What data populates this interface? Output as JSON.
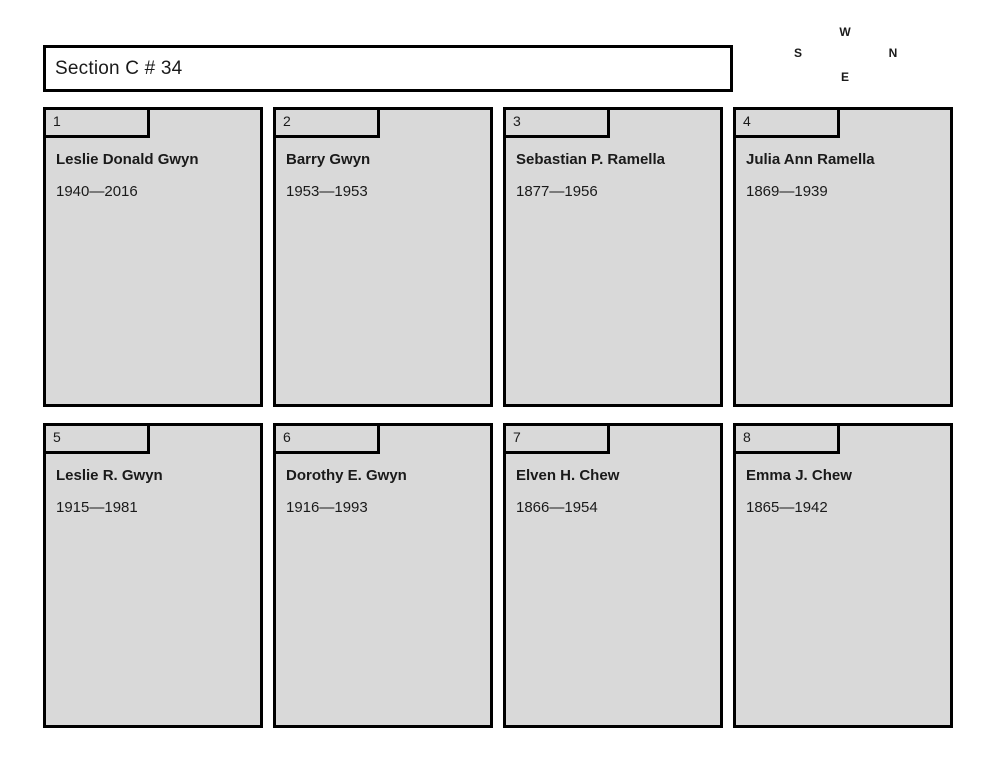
{
  "header": {
    "title": "Section C # 34"
  },
  "compass": {
    "top": "W",
    "left": "S",
    "right": "N",
    "bottom": "E"
  },
  "colors": {
    "plot_fill": "#d9d9d9",
    "border": "#000000",
    "background": "#ffffff"
  },
  "plots": [
    {
      "number": "1",
      "name": "Leslie Donald Gwyn",
      "dates": "1940—2016"
    },
    {
      "number": "2",
      "name": "Barry Gwyn",
      "dates": "1953—1953"
    },
    {
      "number": "3",
      "name": "Sebastian P. Ramella",
      "dates": "1877—1956"
    },
    {
      "number": "4",
      "name": "Julia Ann Ramella",
      "dates": "1869—1939"
    },
    {
      "number": "5",
      "name": "Leslie R. Gwyn",
      "dates": "1915—1981"
    },
    {
      "number": "6",
      "name": "Dorothy E. Gwyn",
      "dates": "1916—1993"
    },
    {
      "number": "7",
      "name": "Elven H. Chew",
      "dates": "1866—1954"
    },
    {
      "number": "8",
      "name": "Emma J. Chew",
      "dates": "1865—1942"
    }
  ]
}
